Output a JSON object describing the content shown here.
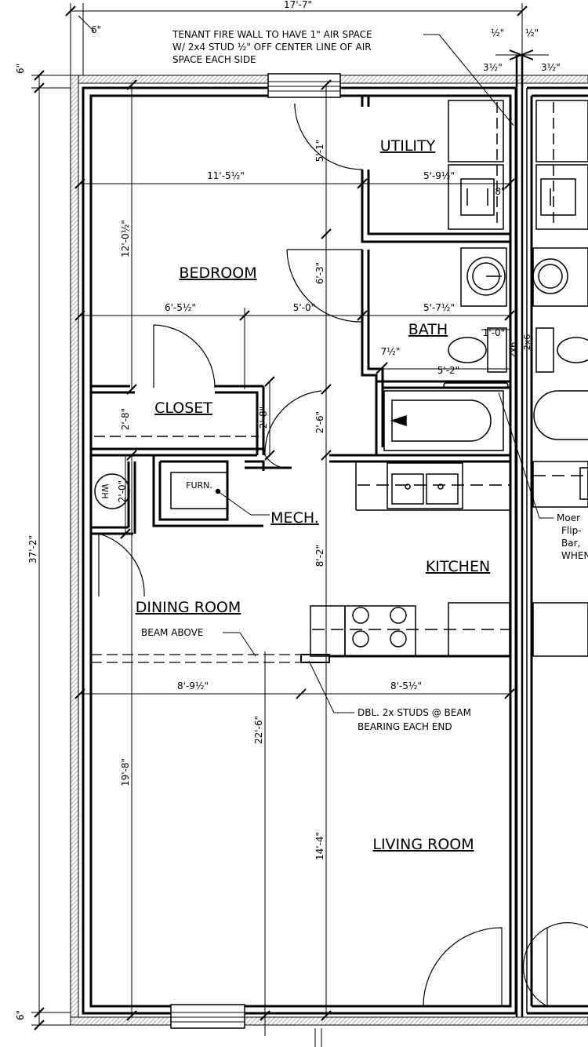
{
  "rooms": {
    "utility": "UTILITY",
    "bedroom": "BEDROOM",
    "bath": "BATH",
    "closet": "CLOSET",
    "mech": "MECH.",
    "kitchen": "KITCHEN",
    "dining": "DINING ROOM",
    "living": "LIVING ROOM"
  },
  "fixtures": {
    "furnace": "FURN.",
    "water_heater": "WH"
  },
  "notes": {
    "firewall_1": "TENANT FIRE WALL TO HAVE 1\" AIR SPACE",
    "firewall_2": "W/ 2x4 STUD ½\" OFF CENTER LINE OF AIR",
    "firewall_3": "SPACE EACH SIDE",
    "beam_above": "BEAM ABOVE",
    "studs_1": "DBL. 2x STUDS @ BEAM",
    "studs_2": "BEARING EACH END",
    "moen_1": "Moer",
    "moen_2": "Flip-",
    "moen_3": "Bar,",
    "moen_4": "WHEN"
  },
  "dimensions": {
    "overall_width": "17'-7\"",
    "overall_depth": "37'-2\"",
    "wall_top": "6\"",
    "wall_left_top": "6\"",
    "wall_left_bottom": "6\"",
    "half_1": "½\"",
    "half_2": "½\"",
    "three_half_1": "3½\"",
    "three_half_2": "3½\"",
    "bedroom_width": "11'-5½\"",
    "bedroom_depth": "12'-0½\"",
    "utility_width": "5'-9½\"",
    "utility_depth": "5'-1\"",
    "eight_in": "8\"",
    "bath_depth": "6'-3\"",
    "closet_width": "6'-5½\"",
    "mid_width": "5'-0\"",
    "bath_width": "5'-7½\"",
    "one_ft": "1'-0\"",
    "seven_half": "7½\"",
    "tub_width": "5'-2\"",
    "closet_depth": "2'-8\"",
    "hall_depth": "2'-8\"",
    "tub_depth": "2'-6\"",
    "wh_depth": "2'-0\"",
    "kitchen_depth": "8'-2\"",
    "dining_width": "8'-9½\"",
    "kitchen_width": "8'-5½\"",
    "living_depth_total": "22'-6\"",
    "living_left_depth": "19'-8\"",
    "living_depth": "14'-4\"",
    "stud_1": "2x6",
    "stud_2": "2x6"
  },
  "colors": {
    "line": "#000000",
    "wall_hatch": "#9a9a9a",
    "background": "#ffffff"
  }
}
